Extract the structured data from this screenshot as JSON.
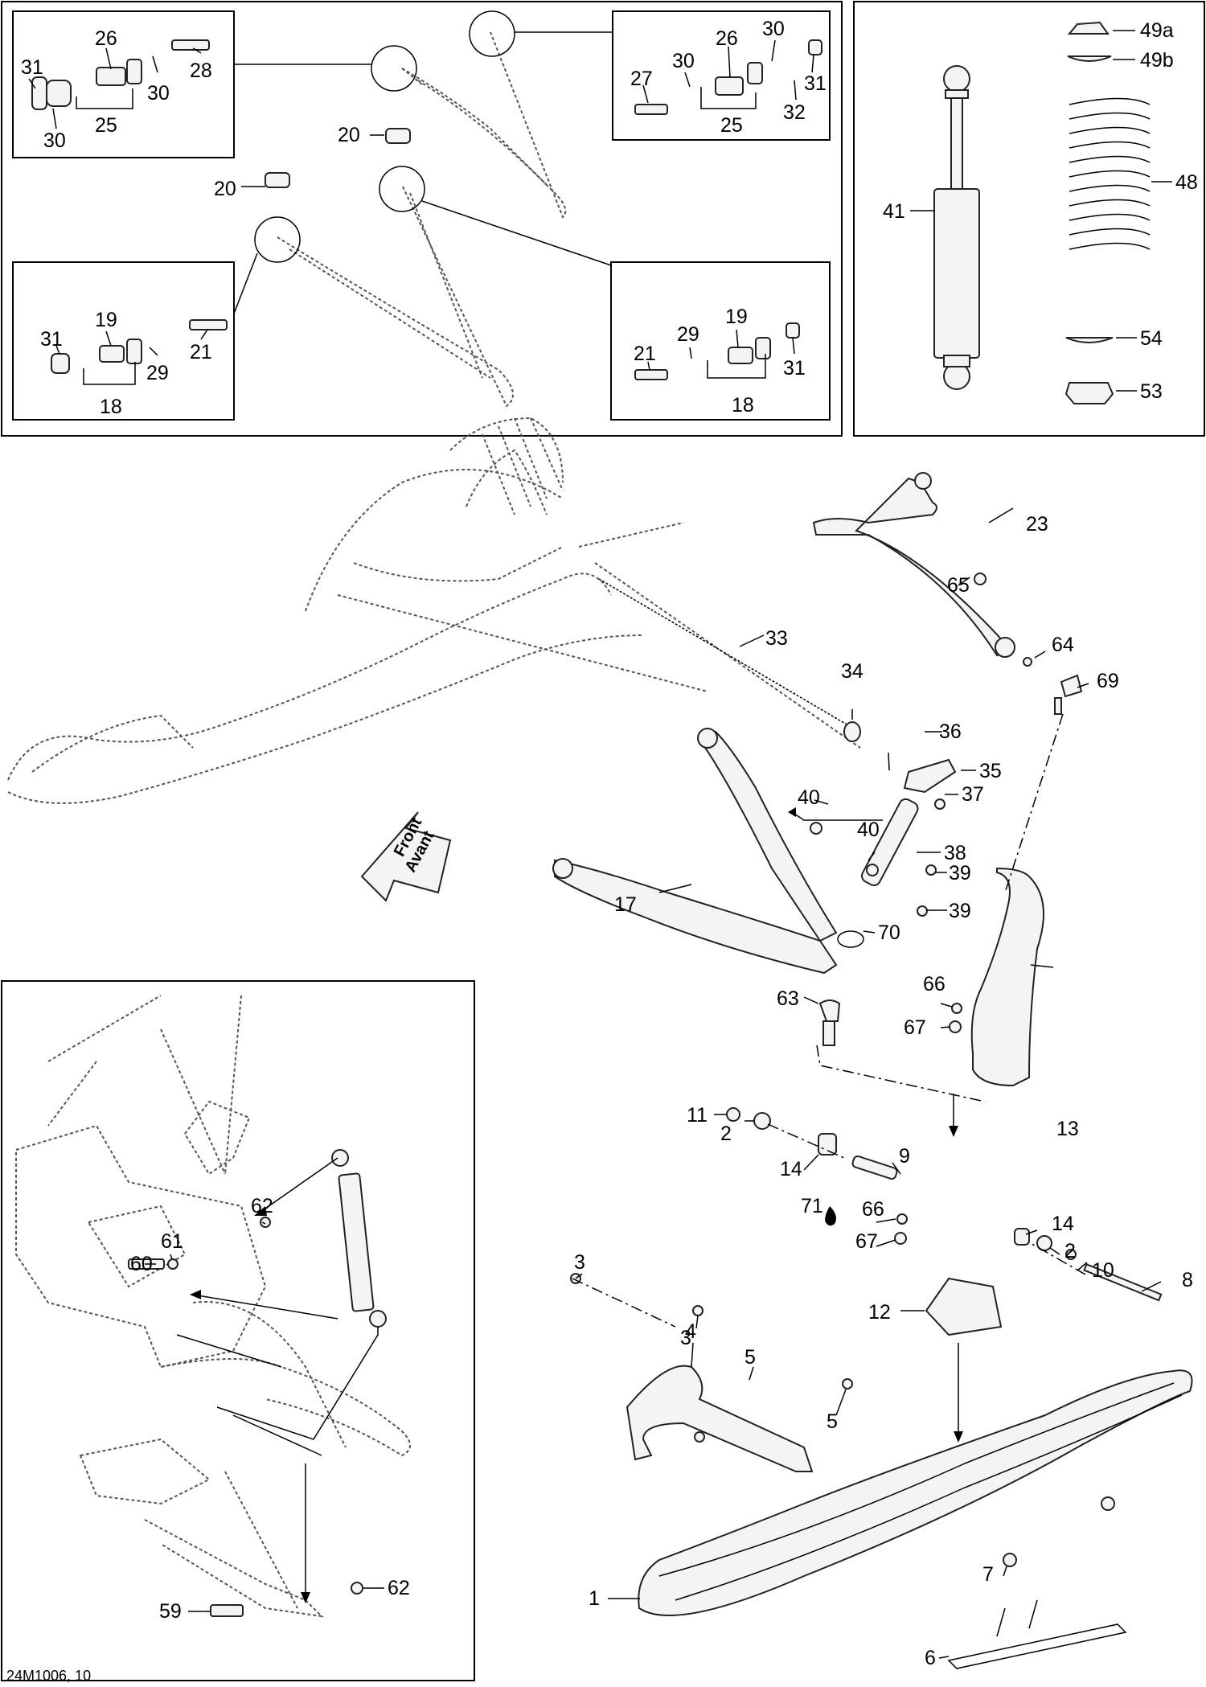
{
  "drawing_ref": "24M1006, 10",
  "front_arrow": {
    "line1": "Front",
    "line2": "Avant"
  },
  "parts": [
    {
      "id": "p31a",
      "label": "31"
    },
    {
      "id": "p26a",
      "label": "26"
    },
    {
      "id": "p28",
      "label": "28"
    },
    {
      "id": "p30a",
      "label": "30"
    },
    {
      "id": "p30b",
      "label": "30"
    },
    {
      "id": "p25a",
      "label": "25"
    },
    {
      "id": "p27",
      "label": "27"
    },
    {
      "id": "p30c",
      "label": "30"
    },
    {
      "id": "p26b",
      "label": "26"
    },
    {
      "id": "p30d",
      "label": "30"
    },
    {
      "id": "p31b",
      "label": "31"
    },
    {
      "id": "p32",
      "label": "32"
    },
    {
      "id": "p25b",
      "label": "25"
    },
    {
      "id": "p20a",
      "label": "20"
    },
    {
      "id": "p20b",
      "label": "20"
    },
    {
      "id": "p31c",
      "label": "31"
    },
    {
      "id": "p19a",
      "label": "19"
    },
    {
      "id": "p21a",
      "label": "21"
    },
    {
      "id": "p29a",
      "label": "29"
    },
    {
      "id": "p18a",
      "label": "18"
    },
    {
      "id": "p21b",
      "label": "21"
    },
    {
      "id": "p29b",
      "label": "29"
    },
    {
      "id": "p19b",
      "label": "19"
    },
    {
      "id": "p31d",
      "label": "31"
    },
    {
      "id": "p18b",
      "label": "18"
    },
    {
      "id": "p49a",
      "label": "49a"
    },
    {
      "id": "p49b",
      "label": "49b"
    },
    {
      "id": "p48",
      "label": "48"
    },
    {
      "id": "p41",
      "label": "41"
    },
    {
      "id": "p54",
      "label": "54"
    },
    {
      "id": "p53",
      "label": "53"
    },
    {
      "id": "p23",
      "label": "23"
    },
    {
      "id": "p65",
      "label": "65"
    },
    {
      "id": "p33",
      "label": "33"
    },
    {
      "id": "p64",
      "label": "64"
    },
    {
      "id": "p69",
      "label": "69"
    },
    {
      "id": "p34",
      "label": "34"
    },
    {
      "id": "p36",
      "label": "36"
    },
    {
      "id": "p35",
      "label": "35"
    },
    {
      "id": "p40a",
      "label": "40"
    },
    {
      "id": "p37",
      "label": "37"
    },
    {
      "id": "p40b",
      "label": "40"
    },
    {
      "id": "p38",
      "label": "38"
    },
    {
      "id": "p39a",
      "label": "39"
    },
    {
      "id": "p39b",
      "label": "39"
    },
    {
      "id": "p17",
      "label": "17"
    },
    {
      "id": "p70",
      "label": "70"
    },
    {
      "id": "p63",
      "label": "63"
    },
    {
      "id": "p66a",
      "label": "66"
    },
    {
      "id": "p67a",
      "label": "67"
    },
    {
      "id": "p11",
      "label": "11"
    },
    {
      "id": "p2a",
      "label": "2"
    },
    {
      "id": "p13",
      "label": "13"
    },
    {
      "id": "p14a",
      "label": "14"
    },
    {
      "id": "p9",
      "label": "9"
    },
    {
      "id": "p71",
      "label": "71"
    },
    {
      "id": "p66b",
      "label": "66"
    },
    {
      "id": "p67b",
      "label": "67"
    },
    {
      "id": "p14b",
      "label": "14"
    },
    {
      "id": "p2b",
      "label": "2"
    },
    {
      "id": "p10",
      "label": "10"
    },
    {
      "id": "p8",
      "label": "8"
    },
    {
      "id": "p12",
      "label": "12"
    },
    {
      "id": "p4",
      "label": "4"
    },
    {
      "id": "p5a",
      "label": "5"
    },
    {
      "id": "p3a",
      "label": "3"
    },
    {
      "id": "p3b",
      "label": "3"
    },
    {
      "id": "p5b",
      "label": "5"
    },
    {
      "id": "p1",
      "label": "1"
    },
    {
      "id": "p7",
      "label": "7"
    },
    {
      "id": "p6",
      "label": "6"
    },
    {
      "id": "p62a",
      "label": "62"
    },
    {
      "id": "p60",
      "label": "60"
    },
    {
      "id": "p61",
      "label": "61"
    },
    {
      "id": "p59",
      "label": "59"
    },
    {
      "id": "p62b",
      "label": "62"
    }
  ]
}
